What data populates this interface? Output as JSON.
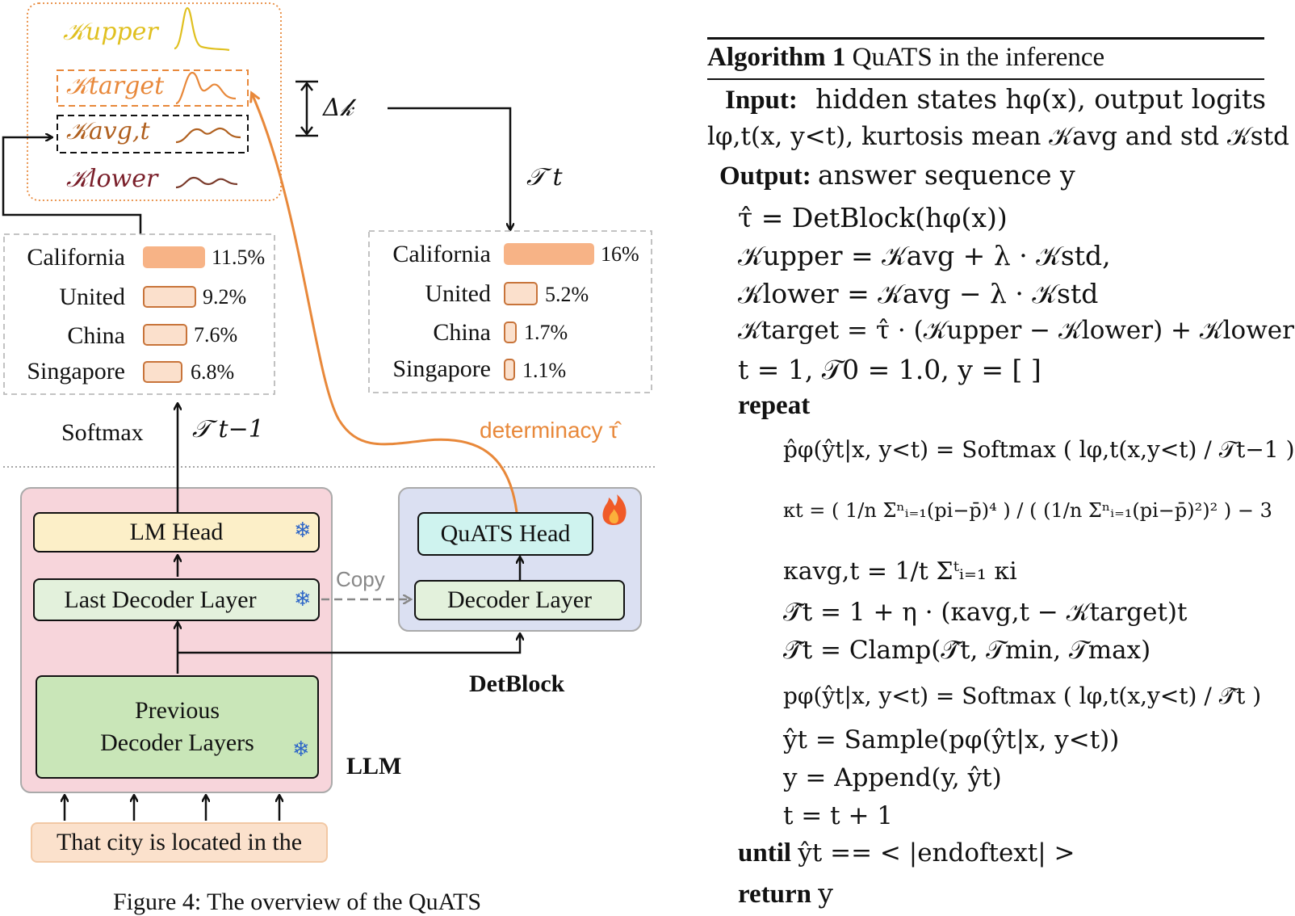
{
  "kurtosis_labels": {
    "upper": "𝒦upper",
    "target": "𝒦target",
    "avg": "𝒦avg,t",
    "lower": "𝒦lower",
    "delta": "Δ𝓀",
    "tau_t": "𝒯 t",
    "tau_t1": "𝒯 t−1"
  },
  "left_dist": {
    "items": [
      {
        "label": "California",
        "pct": "11.5%",
        "value": 11.5
      },
      {
        "label": "United",
        "pct": "9.2%",
        "value": 9.2
      },
      {
        "label": "China",
        "pct": "7.6%",
        "value": 7.6
      },
      {
        "label": "Singapore",
        "pct": "6.8%",
        "value": 6.8
      }
    ]
  },
  "right_dist": {
    "items": [
      {
        "label": "California",
        "pct": "16%",
        "value": 16
      },
      {
        "label": "United",
        "pct": "5.2%",
        "value": 5.2
      },
      {
        "label": "China",
        "pct": "1.7%",
        "value": 1.7
      },
      {
        "label": "Singapore",
        "pct": "1.1%",
        "value": 1.1
      }
    ]
  },
  "diagram": {
    "softmax": "Softmax",
    "determinacy": "determinacy τ̂",
    "lm_head": "LM Head",
    "last_decoder": "Last Decoder Layer",
    "prev_decoder_1": "Previous",
    "prev_decoder_2": "Decoder Layers",
    "copy": "Copy",
    "quats_head": "QuATS Head",
    "decoder_layer": "Decoder Layer",
    "detblock": "DetBlock",
    "llm": "LLM",
    "input_text": "That city is located in the",
    "caption": "Figure 4: The overview of the QuATS"
  },
  "colors": {
    "upper": "#e0c020",
    "target": "#e8883a",
    "avg": "#b0601f",
    "lower": "#7a1f2a",
    "llm_bg": "#f7d5db",
    "det_bg": "#dbe0f2",
    "lm_head_bg": "#fcefc8",
    "last_dec_bg": "#e3f1dc",
    "prev_dec_bg": "#c9e6b8",
    "quats_bg": "#cff3ef",
    "input_bg": "#fbe1cc",
    "snow": "#2f67c8"
  },
  "algorithm": {
    "title_bold": "Algorithm 1",
    "title_rest": "QuATS in the inference",
    "input_label": "Input:",
    "input_text_1": "hidden states hφ(x), output logits",
    "input_text_2": "lφ,t(x, y<t), kurtosis mean 𝒦avg and std 𝒦std",
    "output_label": "Output:",
    "output_text": "answer sequence y",
    "lines": [
      "τ̂ = DetBlock(hφ(x))",
      "𝒦upper = 𝒦avg + λ · 𝒦std,",
      "𝒦lower = 𝒦avg − λ · 𝒦std",
      "𝒦target = τ̂ · (𝒦upper − 𝒦lower) + 𝒦lower",
      "t = 1, 𝒯0 = 1.0, y = [ ]"
    ],
    "repeat": "repeat",
    "loop": [
      "p̂φ(ŷt|x, y<t) = Softmax ( lφ,t(x,y<t) / 𝒯t−1 )",
      "κt = ( 1/n Σⁿᵢ₌₁(pi−p̄)⁴ ) / ( (1/n Σⁿᵢ₌₁(pi−p̄)²)² ) − 3",
      "κavg,t = 1/t Σᵗᵢ₌₁ κi",
      "𝒯̂t = 1 + η · (κavg,t − 𝒦target)t",
      "𝒯̂t = Clamp(𝒯̂t, 𝒯min, 𝒯max)",
      "pφ(ŷt|x, y<t) = Softmax ( lφ,t(x,y<t) / 𝒯̂t )",
      "ŷt = Sample(pφ(ŷt|x, y<t))",
      "y = Append(y, ŷt)",
      "t = t + 1"
    ],
    "until_label": "until",
    "until_text": "ŷt == < |endoftext| >",
    "return_label": "return",
    "return_text": "y"
  }
}
